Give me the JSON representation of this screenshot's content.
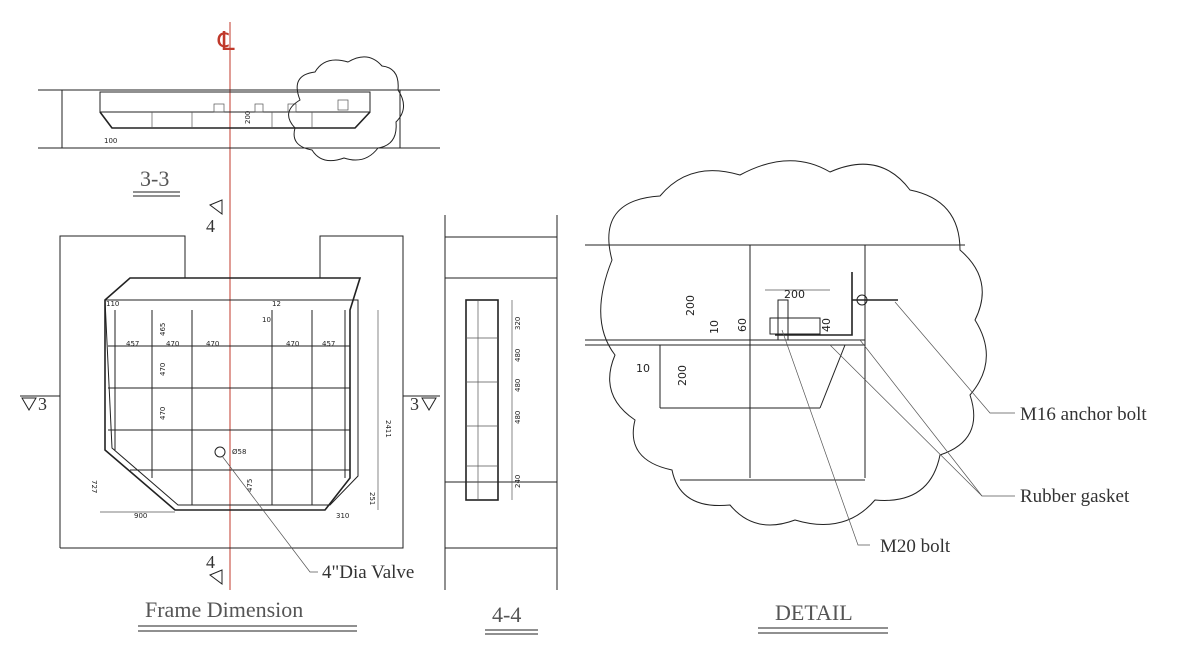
{
  "centerline_symbol": "℄",
  "titles": {
    "section_33": "3-3",
    "frame": "Frame Dimension",
    "section_44": "4-4",
    "detail": "DETAIL"
  },
  "section_marks": {
    "top": "4",
    "bottom": "4",
    "left": "3",
    "right": "3"
  },
  "callouts": {
    "valve": "4\"Dia Valve",
    "anchor": "M16 anchor bolt",
    "gasket": "Rubber gasket",
    "bolt": "M20 bolt"
  },
  "frame_dims": {
    "col_457_left": "457",
    "col_470_a": "470",
    "col_470_b": "470",
    "col_470_c": "470",
    "col_457_right": "457",
    "row_465": "465",
    "row_470_a": "470",
    "row_470_b": "470",
    "row_475": "475",
    "overall_2411": "2411",
    "bottom_900": "900",
    "bottom_310": "310",
    "left_727": "727",
    "right_251": "251",
    "valve_id": "Ø58",
    "top_12": "12",
    "top_10": "10",
    "top_110": "110"
  },
  "section44_dims": {
    "d_320": "320",
    "d_480a": "480",
    "d_480b": "480",
    "d_480c": "480",
    "d_240": "240"
  },
  "detail_dims": {
    "w200": "200",
    "h200_top": "200",
    "h200_bot": "200",
    "t10_a": "10",
    "t10_b": "10",
    "t60": "60",
    "t40": "40"
  }
}
